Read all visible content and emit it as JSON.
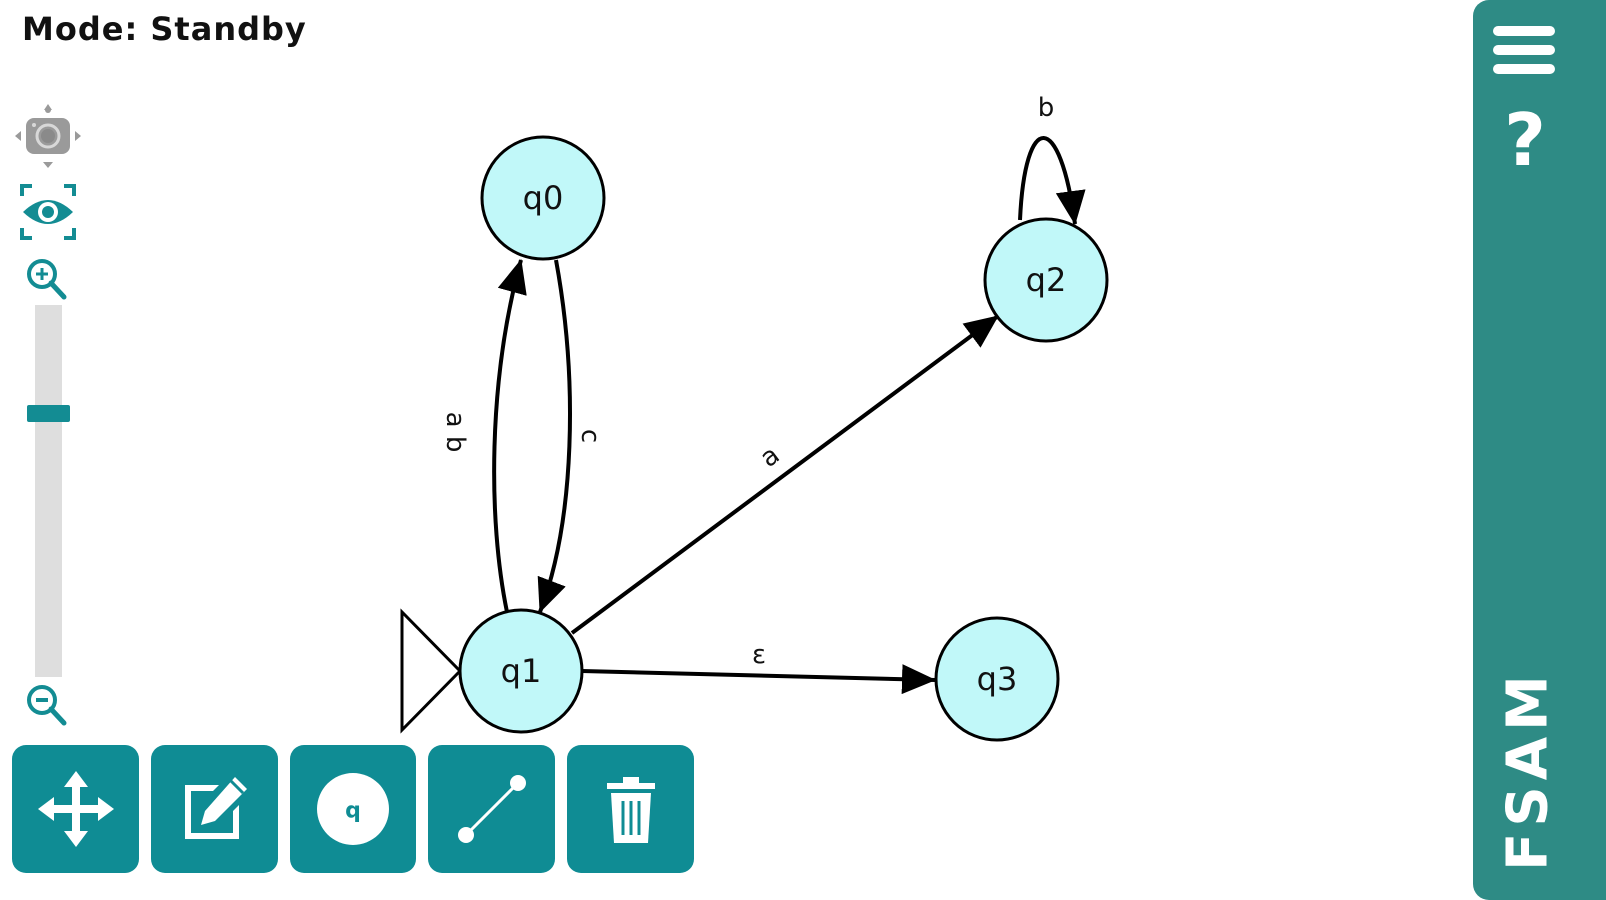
{
  "status": {
    "mode_text": "Mode: Standby"
  },
  "view_controls": {
    "camera": "camera-pan-icon",
    "fit_view": "eye-focus-icon",
    "zoom_in": "zoom-in-icon",
    "zoom_out": "zoom-out-icon",
    "zoom_level_fraction": 0.71
  },
  "toolbar": {
    "tools": [
      {
        "name": "move",
        "icon": "move-arrows-icon"
      },
      {
        "name": "edit",
        "icon": "edit-pencil-icon"
      },
      {
        "name": "add-state",
        "icon": "state-circle-icon",
        "glyph": "q"
      },
      {
        "name": "add-transition",
        "icon": "transition-line-icon"
      },
      {
        "name": "delete",
        "icon": "trash-icon"
      }
    ]
  },
  "side_panel": {
    "menu_icon": "hamburger-menu-icon",
    "help_label": "?",
    "brand": "FSAM",
    "color": "#2e8b85"
  },
  "automaton": {
    "states": [
      {
        "id": "q0",
        "label": "q0",
        "initial": false
      },
      {
        "id": "q1",
        "label": "q1",
        "initial": true
      },
      {
        "id": "q2",
        "label": "q2",
        "initial": false
      },
      {
        "id": "q3",
        "label": "q3",
        "initial": false
      }
    ],
    "transitions": [
      {
        "from": "q1",
        "to": "q0",
        "label": "a b"
      },
      {
        "from": "q0",
        "to": "q1",
        "label": "c"
      },
      {
        "from": "q1",
        "to": "q2",
        "label": "a"
      },
      {
        "from": "q2",
        "to": "q2",
        "label": "b"
      },
      {
        "from": "q1",
        "to": "q3",
        "label": "ε"
      }
    ],
    "state_fill": "#c1f8f9",
    "button_color": "#0f8c94"
  }
}
